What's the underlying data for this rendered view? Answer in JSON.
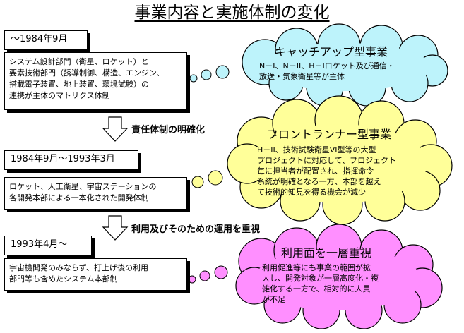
{
  "title": "事業内容と実施体制の変化",
  "periods": [
    {
      "label": "～1984年9月",
      "description": "システム設計部門（衛星、ロケット）と\n要素技術部門（誘導制御、構造、エンジン、\n搭載電子装置、地上装置、環境試験）の\n連携が主体のマトリクス体制"
    },
    {
      "label": "1984年9月～1993年3月",
      "description": "ロケット、人工衛星、宇宙ステーションの\n各開発本部による一本化された開発体制"
    },
    {
      "label": "1993年4月～",
      "description": "宇宙機開発のみならず、打上げ後の利用\n部門等も含めたシステム本部制"
    }
  ],
  "transitions": [
    {
      "label": "責任体制の明確化"
    },
    {
      "label": "利用及びそのための運用を重視"
    }
  ],
  "clouds": [
    {
      "title": "キャッチアップ型事業",
      "body": "N－I、N－II、H－Iロケット及び通信・\n放送・気象衛星等が主体",
      "color": "#bdf3fb"
    },
    {
      "title": "フロントランナー型事業",
      "body": "H－II、技術試験衛星VI型等の大型\nプロジェクトに対応して、プロジェクト\n毎に担当者が配置され、指揮命令\n系統が明確となる一方、本部を越え\nて技術的知見を得る機会が減少",
      "color": "#ffff99"
    },
    {
      "title": "利用面を一層重視",
      "body": "利用促進等にも事業の範囲が拡\n大し、開発対象が一層高度化・複\n雑化する一方で、相対的に人員\nが不足",
      "color": "#ff8fff"
    }
  ]
}
